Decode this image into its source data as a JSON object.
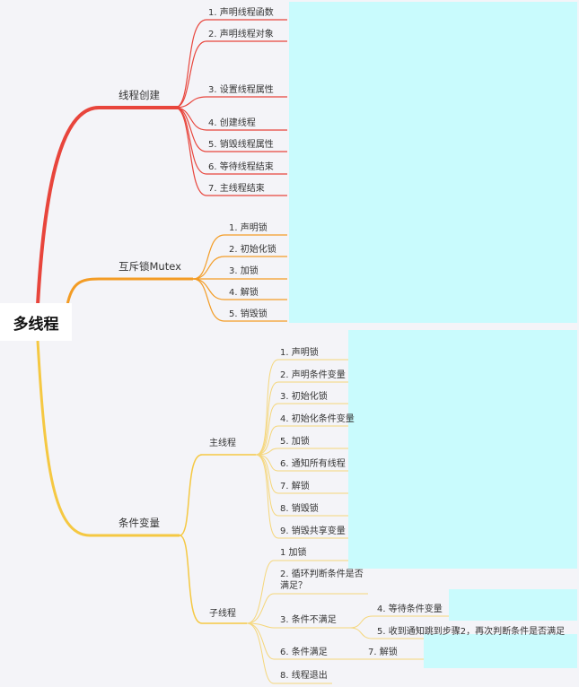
{
  "root": "多线程",
  "branches": [
    {
      "label": "线程创建",
      "children": [
        "1. 声明线程函数",
        "2. 声明线程对象",
        "3. 设置线程属性",
        "4. 创建线程",
        "5. 销毁线程属性",
        "6. 等待线程结束",
        "7. 主线程结束"
      ]
    },
    {
      "label": "互斥锁Mutex",
      "children": [
        "1. 声明锁",
        "2. 初始化锁",
        "3. 加锁",
        "4. 解锁",
        "5. 销毁锁"
      ]
    },
    {
      "label": "条件变量",
      "subs": [
        {
          "label": "主线程",
          "children": [
            "1. 声明锁",
            "2. 声明条件变量",
            "3. 初始化锁",
            "4. 初始化条件变量",
            "5. 加锁",
            "6. 通知所有线程",
            "7. 解锁",
            "8. 销毁锁",
            "9. 销毁共享变量"
          ]
        },
        {
          "label": "子线程",
          "children": [
            "1 加锁",
            "2. 循环判断条件是否",
            "满足？",
            "3. 条件不满足",
            "6. 条件满足",
            "8. 线程退出"
          ],
          "cond_false_children": [
            "4. 等待条件变量",
            "5. 收到通知跳到步骤2，再次判断条件是否满足"
          ],
          "cond_true_children": [
            "7. 解锁"
          ]
        }
      ]
    }
  ],
  "colors": {
    "red": "#e8453c",
    "orange": "#f39c25",
    "yellow": "#f5c842",
    "mask": "#c9fbfd"
  }
}
